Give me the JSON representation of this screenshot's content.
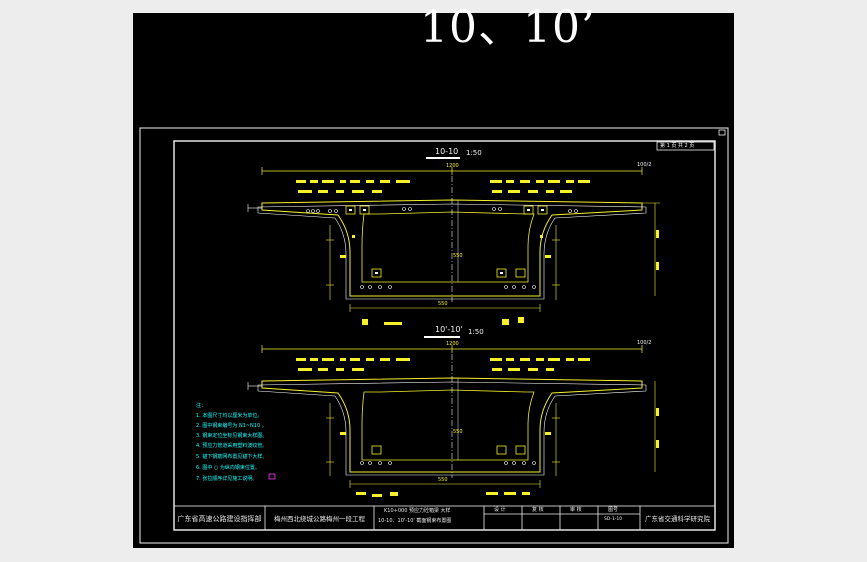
{
  "sheet": {
    "big_title": "10、10’",
    "page_label": "第 1 页 共 2 页",
    "elevation_mark": "100/2"
  },
  "sections": [
    {
      "id": "10-10",
      "label": "10-10",
      "scale": "1:50",
      "width_dim": "1200",
      "center_height": "550",
      "bottom_dim": "550"
    },
    {
      "id": "10p-10p",
      "label": "10'-10'",
      "scale": "1:50",
      "width_dim": "1200",
      "center_height": "550",
      "bottom_dim": "550"
    }
  ],
  "notes": {
    "lines": [
      "注：",
      "1. 本图尺寸均以厘米为单位。",
      "2. 图中钢束编号为 N1~N10 。",
      "3. 钢束定位坐标见钢束大样图。",
      "4. 预应力管道采用塑料波纹管。",
      "5. 锚下钢筋网布置见锚下大样。",
      "6. 图中 ○ 为纵向钢束位置。",
      "7. 张拉顺序详见施工说明。"
    ]
  },
  "title_block": {
    "owner": "广东省高速公路建设指挥部",
    "project": "梅州西北绕城公路梅州一段工程",
    "drawing_line1": "K10+000 预应力砼箱梁 大样",
    "drawing_line2": "10-10、10'-10' 截面钢束布置图",
    "design": "设 计",
    "review": "复 核",
    "approve": "审 核",
    "drawing_no_label": "图号",
    "drawing_no": "SD-1-10",
    "institute": "广东省交通科学研究院"
  }
}
